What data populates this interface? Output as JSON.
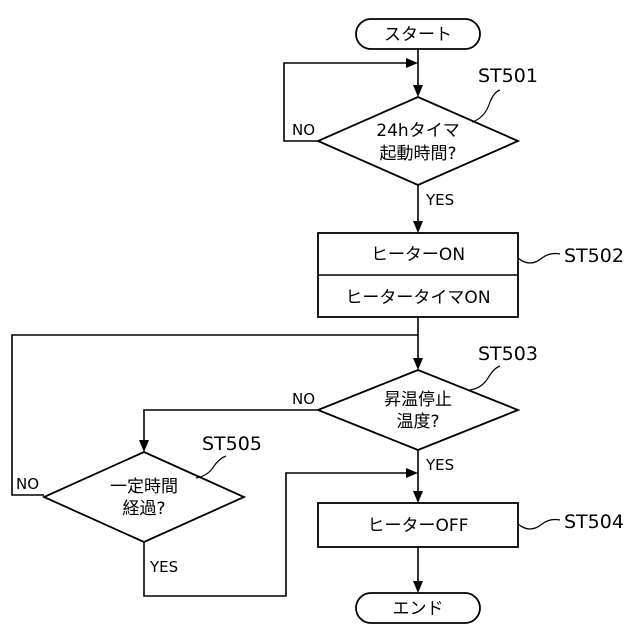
{
  "flowchart": {
    "start": "スタート",
    "end": "エンド",
    "decision_501": {
      "ref": "ST501",
      "line1": "24hタイマ",
      "line2": "起動時間?",
      "no": "NO",
      "yes": "YES"
    },
    "process_502": {
      "ref": "ST502",
      "line1": "ヒーターON",
      "line2": "ヒータータイマON"
    },
    "decision_503": {
      "ref": "ST503",
      "line1": "昇温停止",
      "line2": "温度?",
      "no": "NO",
      "yes": "YES"
    },
    "process_504": {
      "ref": "ST504",
      "line1": "ヒーターOFF"
    },
    "decision_505": {
      "ref": "ST505",
      "line1": "一定時間",
      "line2": "経過?",
      "no": "NO",
      "yes": "YES"
    }
  }
}
